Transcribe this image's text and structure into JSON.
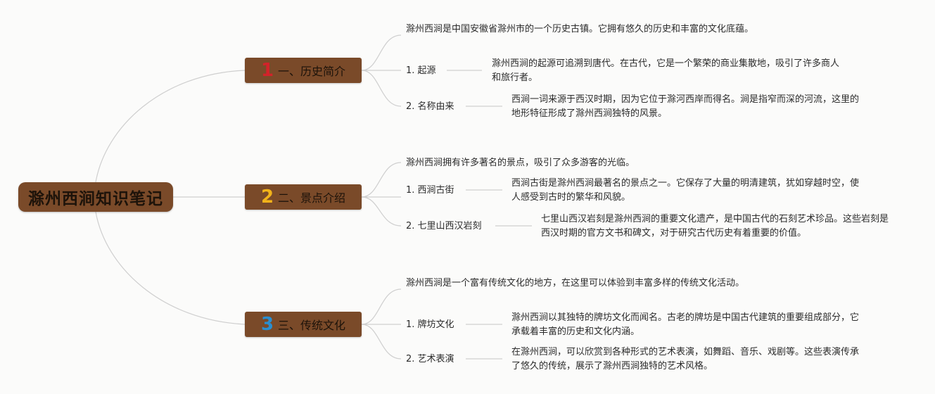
{
  "root": {
    "title": "滁州西涧知识笔记"
  },
  "branches": [
    {
      "number": "1",
      "number_color": "#d2232a",
      "title": "一、历史简介",
      "intro": "滁州西涧是中国安徽省滁州市的一个历史古镇。它拥有悠久的历史和丰富的文化底蕴。",
      "items": [
        {
          "label": "1. 起源",
          "detail": "滁州西涧的起源可追溯到唐代。在古代，它是一个繁荣的商业集散地，吸引了许多商人和旅行者。"
        },
        {
          "label": "2. 名称由来",
          "detail": "西涧一词来源于西汉时期，因为它位于滁河西岸而得名。涧是指窄而深的河流，这里的地形特征形成了滁州西涧独特的风景。"
        }
      ]
    },
    {
      "number": "2",
      "number_color": "#f2b31a",
      "title": "二、景点介绍",
      "intro": "滁州西涧拥有许多著名的景点，吸引了众多游客的光临。",
      "items": [
        {
          "label": "1. 西涧古街",
          "detail": "西涧古街是滁州西涧最著名的景点之一。它保存了大量的明清建筑，犹如穿越时空，使人感受到古时的繁华和风貌。"
        },
        {
          "label": "2. 七里山西汉岩刻",
          "detail": "七里山西汉岩刻是滁州西涧的重要文化遗产，是中国古代的石刻艺术珍品。这些岩刻是西汉时期的官方文书和碑文，对于研究古代历史有着重要的价值。"
        }
      ]
    },
    {
      "number": "3",
      "number_color": "#2a8fd0",
      "title": "三、传统文化",
      "intro": "滁州西涧是一个富有传统文化的地方，在这里可以体验到丰富多样的传统文化活动。",
      "items": [
        {
          "label": "1. 牌坊文化",
          "detail": "滁州西涧以其独特的牌坊文化而闻名。古老的牌坊是中国古代建筑的重要组成部分，它承载着丰富的历史和文化内涵。"
        },
        {
          "label": "2. 艺术表演",
          "detail": "在滁州西涧，可以欣赏到各种形式的艺术表演，如舞蹈、音乐、戏剧等。这些表演传承了悠久的传统，展示了滁州西涧独特的艺术风格。"
        }
      ]
    }
  ]
}
